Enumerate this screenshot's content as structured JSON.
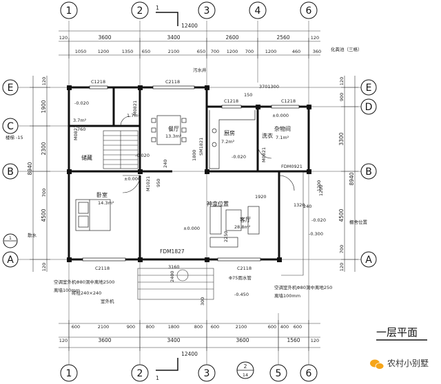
{
  "top_axes": [
    "1",
    "2",
    "3",
    "4",
    "6"
  ],
  "bottom_axes": [
    "1",
    "2",
    "3",
    "5",
    "6"
  ],
  "left_axes": [
    "E",
    "C",
    "B",
    "A"
  ],
  "right_axes": [
    "E",
    "D",
    "B",
    "A"
  ],
  "top_marker": "1",
  "bottom_marker": "1",
  "total_width": "12400",
  "top_dims": [
    "120",
    "3600",
    "3400",
    "2600",
    "2560",
    "120"
  ],
  "top_detail": [
    "1050",
    "1200",
    "1350",
    "650",
    "2100",
    "650",
    "700",
    "1200",
    "700",
    "1200",
    "460",
    "360"
  ],
  "bottom_dims": [
    "120",
    "3600",
    "3400",
    "3600",
    "1560",
    "120"
  ],
  "bottom_detail": [
    "600",
    "2100",
    "900",
    "800",
    "1800",
    "800",
    "600",
    "2100",
    "600",
    "400",
    "600"
  ],
  "left_dims": [
    "120",
    "1900",
    "2300",
    "8940",
    "4500",
    "700",
    "120"
  ],
  "right_dims": [
    "120",
    "900",
    "3300",
    "8940",
    "1200",
    "4500",
    "700",
    "120"
  ],
  "rooms": {
    "kitchen": "厨房",
    "kitchen_area": "7.2m²",
    "storage": "杂物间",
    "storage_area": "7.1m²",
    "dining": "餐厅",
    "dining_area": "13.3m²",
    "bedroom": "卧室",
    "bedroom_area": "14.3m²",
    "living": "客厅",
    "living_area": "28.8m²",
    "shrine": "神龛位置",
    "stair_store": "储藏",
    "wc_area": "3.7m²",
    "wc2_area": "1.7m²",
    "laundry": "洗衣",
    "shed": "棚舍位置",
    "septic": "化粪池（三格）",
    "sink": "污水井",
    "floor_drain": "散水"
  },
  "openings": {
    "c1218_a": "C1218",
    "c2118_top": "C2118",
    "c1218_b": "C1218",
    "c1218_c": "C1218",
    "c2118_bl": "C2118",
    "c2118_br": "C2118",
    "m0821": "M0821",
    "m0821_b": "M0821",
    "m1021": "M1021",
    "m0821_c": "M0821",
    "sm1821": "SM1821",
    "fdm0921": "FDM0921",
    "fdm1827": "FDM1827"
  },
  "levels": {
    "l0": "±0.000",
    "l1": "±0.000",
    "l2": "-0.020",
    "l3": "-0.020",
    "l4": "-0.020",
    "l5": "-0.020",
    "l6": "-0.300",
    "l7": "-0.450",
    "l8": "±0.000"
  },
  "notes": {
    "ac_left": "空调室外机Φ80洞中离地2500",
    "ac_left2": "离墙100mm",
    "ac_right": "空调室外机Φ80洞中离地250",
    "ac_right2": "离墙100mm",
    "column": "砖柱240×240",
    "outdoor": "室外机",
    "pipe": "Φ75雨水管",
    "level_note": "楼梯 -15",
    "d1": "1920",
    "d2": "3160",
    "d3": "2250",
    "d4": "240",
    "d5": "950",
    "d6": "1800",
    "d7": "760",
    "d8": "300",
    "d9": "1320",
    "d10": "240",
    "d11": "3701300",
    "d12": "150",
    "d13": "1200",
    "d14": "2400"
  },
  "footer_marker": "2",
  "footer_marker_sub": "14",
  "title": "一层平面",
  "watermark": "农村小别墅"
}
